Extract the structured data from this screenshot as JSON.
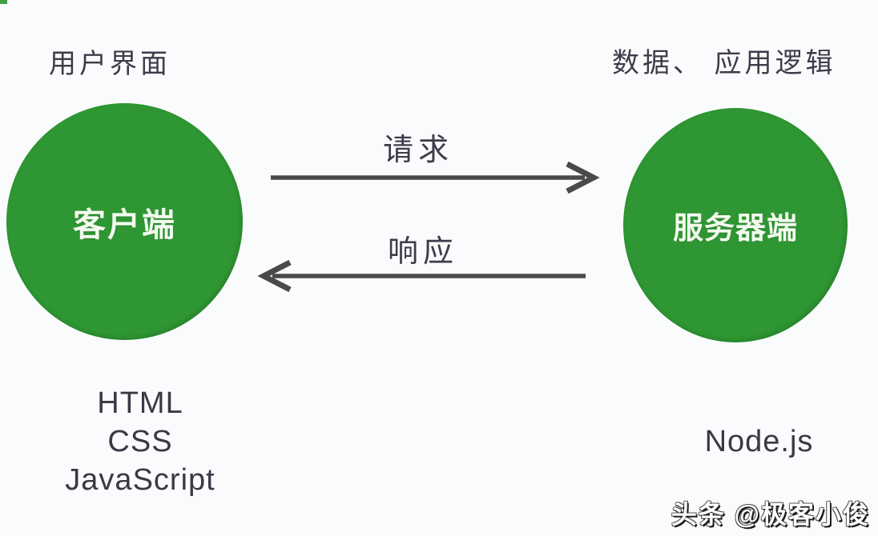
{
  "canvas": {
    "background_color": "#fafbfd",
    "node_color": "#2e9632",
    "arrow_color": "#4a4a4a",
    "text_color": "#3c3c4a"
  },
  "client_side": {
    "region_label": "用户界面",
    "node_label": "客户端",
    "technologies": [
      "HTML",
      "CSS",
      "JavaScript"
    ]
  },
  "server_side": {
    "region_label": "数据、 应用逻辑",
    "node_label": "服务器端",
    "technologies": [
      "Node.js"
    ]
  },
  "flows": {
    "request_label": "请求",
    "response_label": "响应"
  },
  "watermark": {
    "text": "头条 @极客小俊"
  }
}
